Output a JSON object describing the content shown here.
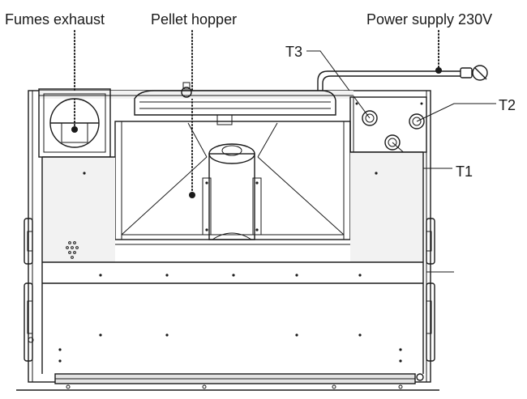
{
  "labels": {
    "fumes_exhaust": "Fumes exhaust",
    "pellet_hopper": "Pellet hopper",
    "power_supply": "Power supply 230V",
    "t1": "T1",
    "t2": "T2",
    "t3": "T3"
  }
}
